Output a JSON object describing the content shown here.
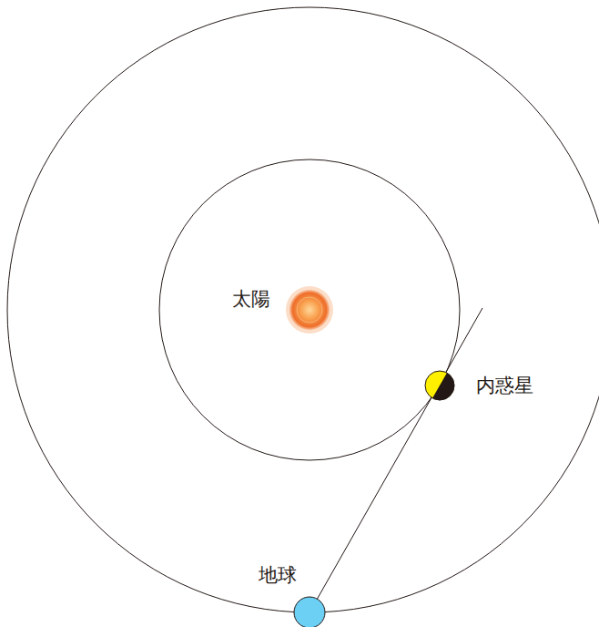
{
  "diagram": {
    "labels": [
      "太陽",
      "内惑星",
      "地球"
    ]
  }
}
